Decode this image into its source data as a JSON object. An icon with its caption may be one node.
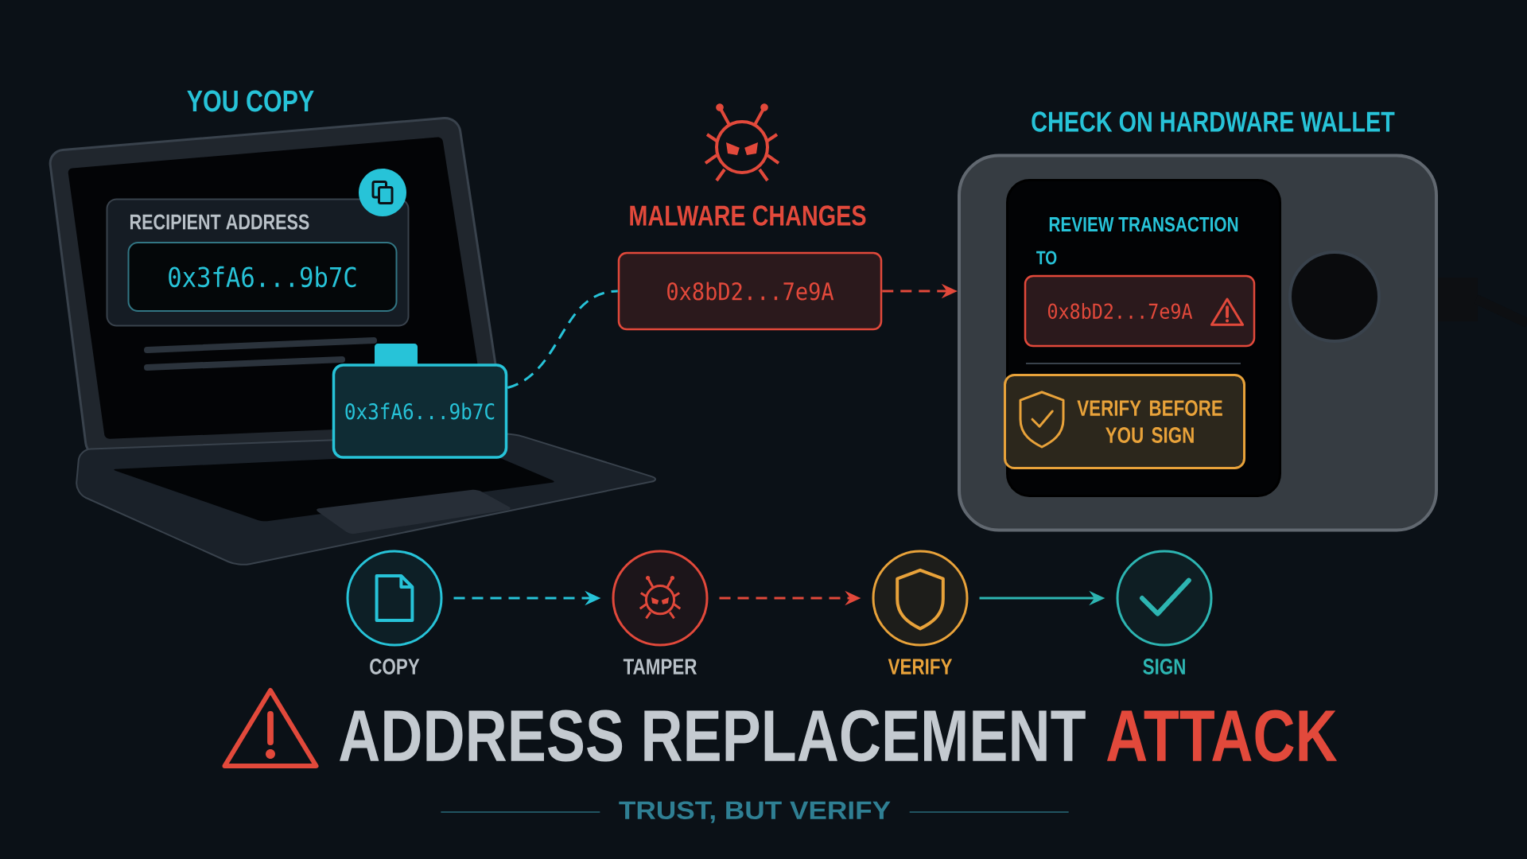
{
  "diagram": {
    "title": "ADDRESS REPLACEMENT",
    "caption": "TRUST, BUT VERIFY",
    "nodes": [
      {
        "text": [
          "YOU COPY"
        ]
      },
      {
        "text": [
          "RECIPIENT ADDRESS"
        ],
        "in": 0
      },
      {
        "text": [
          "0x3fA6...9b7C"
        ],
        "in": 1
      },
      {
        "text": [
          "0x3fA6...9b7C"
        ],
        "in": 0
      },
      {
        "text": [
          "MALWARE CHANGES",
          "0x8bD2...7e9A"
        ]
      },
      {
        "text": [
          "CHECK ON HARDWARE WALLET"
        ]
      },
      {
        "text": [
          "REVIEW TRANSACTION",
          "TO"
        ],
        "in": 5
      },
      {
        "text": [
          "0x8bD2...7e9A"
        ],
        "in": 6
      },
      {
        "text": [
          "VERIFY BEFORE YOU SIGN"
        ],
        "in": 6
      },
      {
        "text": [
          "COPY"
        ]
      },
      {
        "text": [
          "TAMPER"
        ]
      },
      {
        "text": [
          "VERIFY"
        ]
      },
      {
        "text": [
          "SIGN"
        ]
      }
    ],
    "edges": [
      {
        "from": 3,
        "to": 4,
        "arrow": "none",
        "style": "dashed",
        "color": "#27c3d8"
      },
      {
        "from": 4,
        "to": 5,
        "arrow": "to",
        "style": "dashed",
        "color": "#e2493b"
      },
      {
        "from": 9,
        "to": 10,
        "arrow": "to",
        "style": "dashed",
        "color": "#27c3d8"
      },
      {
        "from": 10,
        "to": 11,
        "arrow": "to",
        "style": "dashed",
        "color": "#e2493b"
      },
      {
        "from": 11,
        "to": 12,
        "arrow": "to",
        "color": "#2db5b2"
      }
    ],
    "labels": [
      "ATTACK"
    ]
  }
}
